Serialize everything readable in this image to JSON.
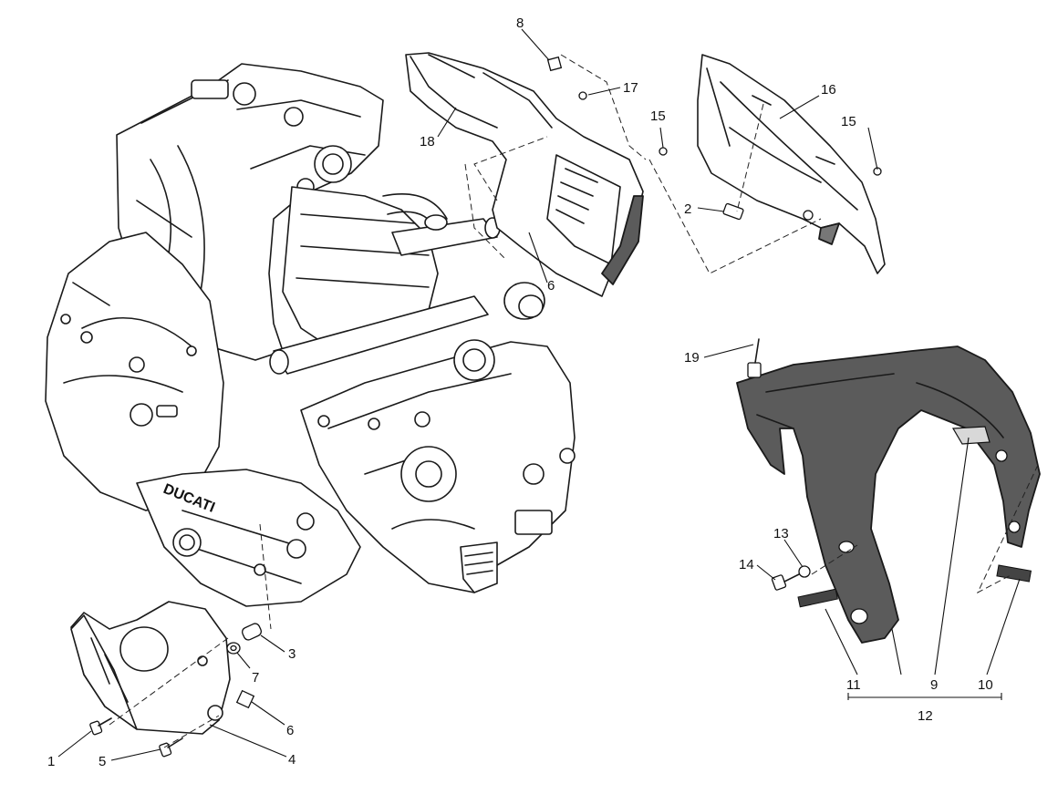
{
  "callouts": {
    "c1": "1",
    "c2": "2",
    "c3": "3",
    "c4": "4",
    "c5": "5",
    "c6a": "6",
    "c6b": "6",
    "c7": "7",
    "c8": "8",
    "c9": "9",
    "c10": "10",
    "c11": "11",
    "c12": "12",
    "c13": "13",
    "c14": "14",
    "c15a": "15",
    "c15b": "15",
    "c16": "16",
    "c17": "17",
    "c18": "18",
    "c19": "19"
  },
  "logo_text": "DUCATI",
  "colors": {
    "line": "#1a1a1a",
    "panel": "#5b5b5b",
    "background": "#ffffff"
  }
}
